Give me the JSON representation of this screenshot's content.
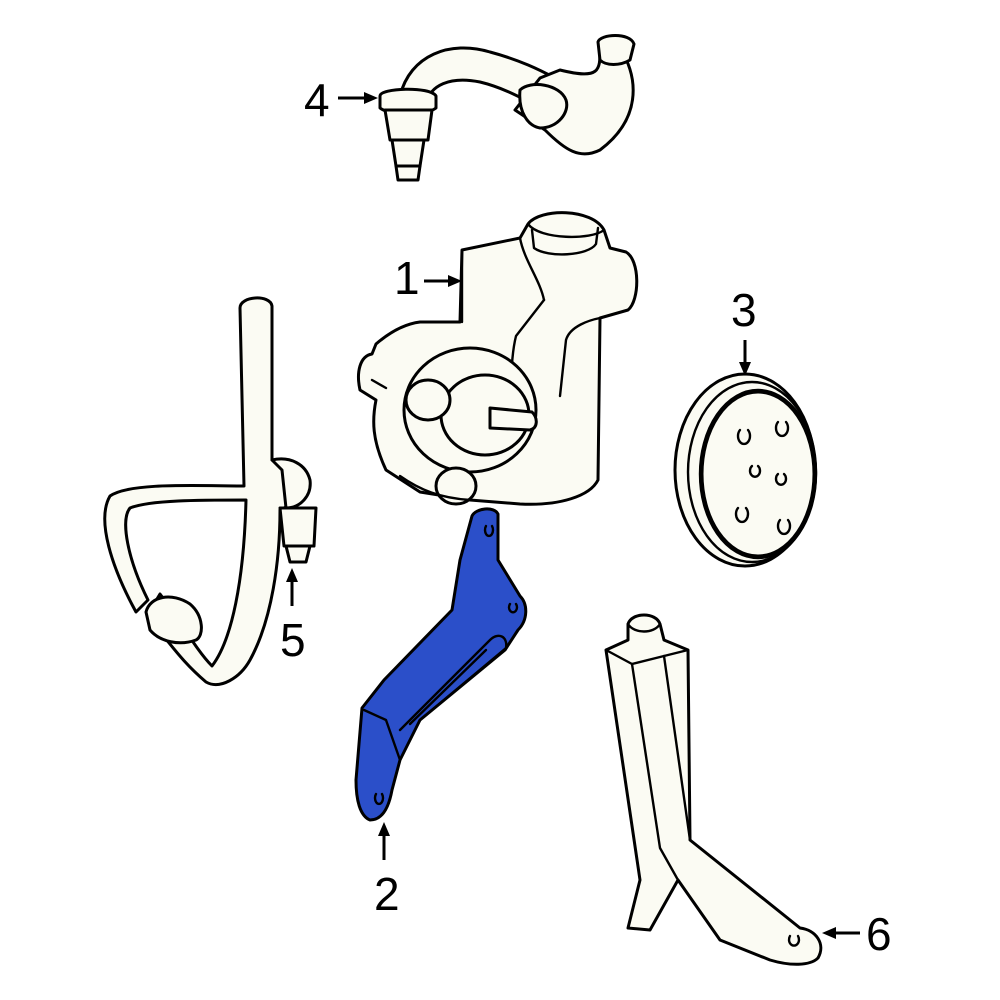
{
  "diagram": {
    "highlight_color": "#2b4fc9",
    "highlighted_part": "2",
    "callouts": [
      {
        "id": "1",
        "label": "1"
      },
      {
        "id": "2",
        "label": "2"
      },
      {
        "id": "3",
        "label": "3"
      },
      {
        "id": "4",
        "label": "4"
      },
      {
        "id": "5",
        "label": "5"
      },
      {
        "id": "6",
        "label": "6"
      }
    ]
  }
}
